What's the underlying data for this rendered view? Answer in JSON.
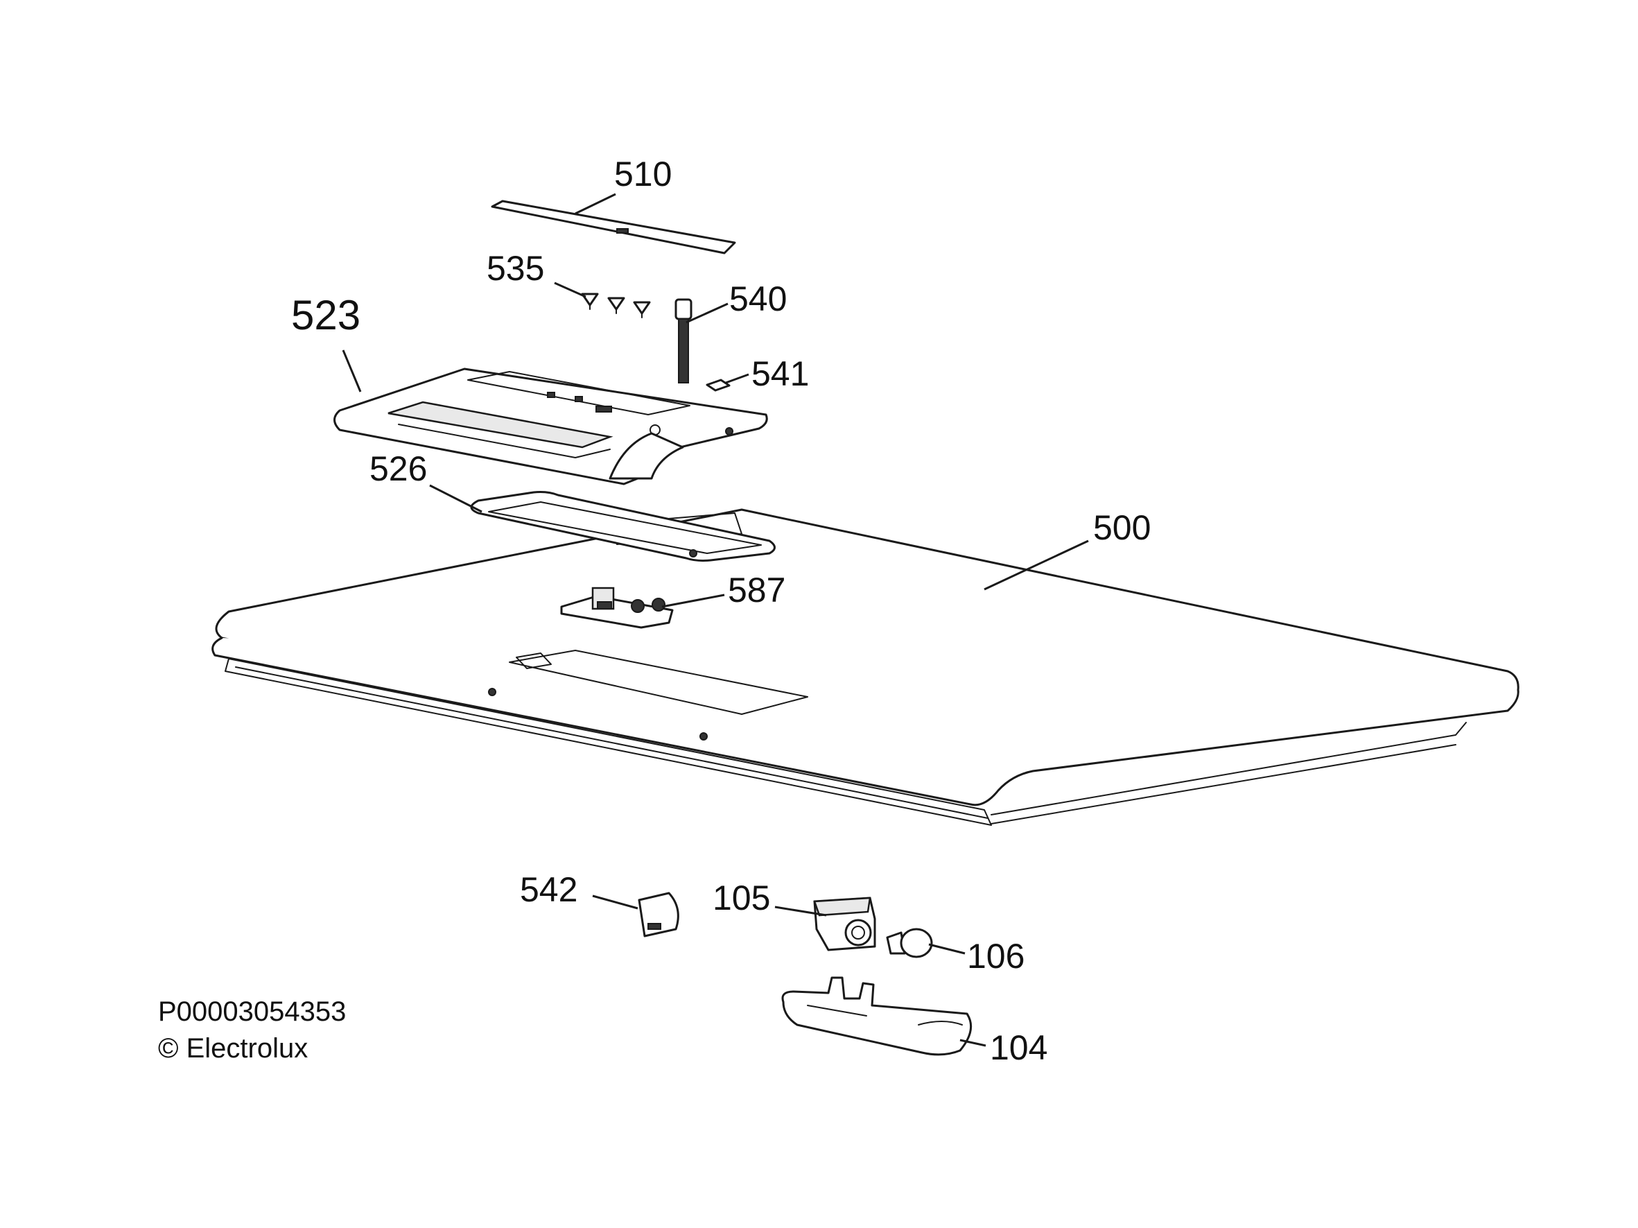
{
  "diagram": {
    "callouts": {
      "p510": "510",
      "p535": "535",
      "p540": "540",
      "p523": "523",
      "p541": "541",
      "p526": "526",
      "p500": "500",
      "p587": "587",
      "p542": "542",
      "p105": "105",
      "p106": "106",
      "p104": "104"
    },
    "footer": {
      "part_number": "P00003054353",
      "copyright": "© Electrolux"
    }
  }
}
